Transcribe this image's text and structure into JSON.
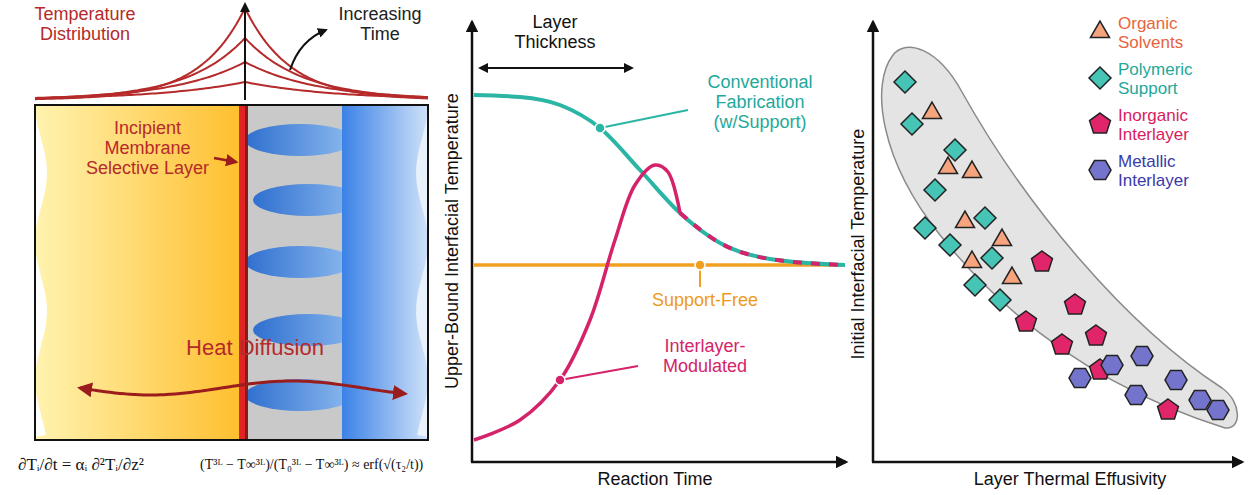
{
  "diagram": {
    "labels": [
      "Temperature Distribution",
      "Increasing Time",
      "Incipient Membrane Selective Layer",
      "Heat Diffusion",
      "∂Tᵢ/∂t = αᵢ ∂²Tᵢ/∂z²",
      "(T³ᴸ − T∞³ᴸ)/(T₀³ᴸ − T∞³ᴸ) ≈ erf(√(τ₂/t))",
      "Upper-Bound Interfacial Temperature",
      "Layer Thickness",
      "Conventional Fabrication (w/Support)",
      "Support-Free",
      "Interlayer-Modulated",
      "Reaction Time",
      "Initial Interfacial Temperature",
      "Layer Thermal Effusivity"
    ],
    "legend": [
      {
        "text": "Organic Solvents"
      },
      {
        "text": "Polymeric Support"
      },
      {
        "text": "Inorganic Interlayer"
      },
      {
        "text": "Metallic Interlayer"
      }
    ]
  }
}
